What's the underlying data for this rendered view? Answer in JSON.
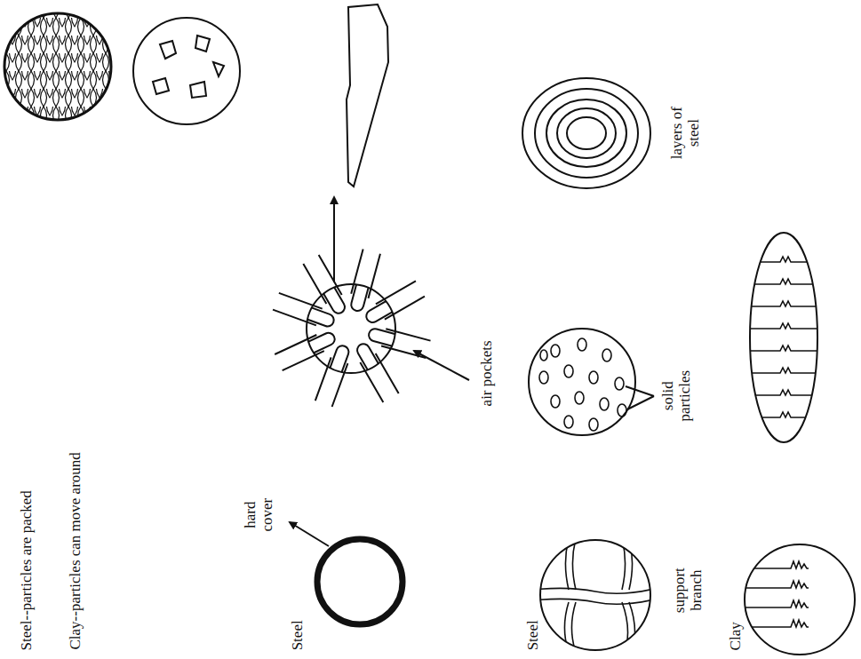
{
  "diagram": {
    "labels": [
      "Steel--particles are packed",
      "Clay--particles can move around",
      "Steel",
      "hard cover",
      "air pockets",
      "solid particles",
      "layers of steel",
      "Steel",
      "support branch",
      "Clay"
    ]
  }
}
